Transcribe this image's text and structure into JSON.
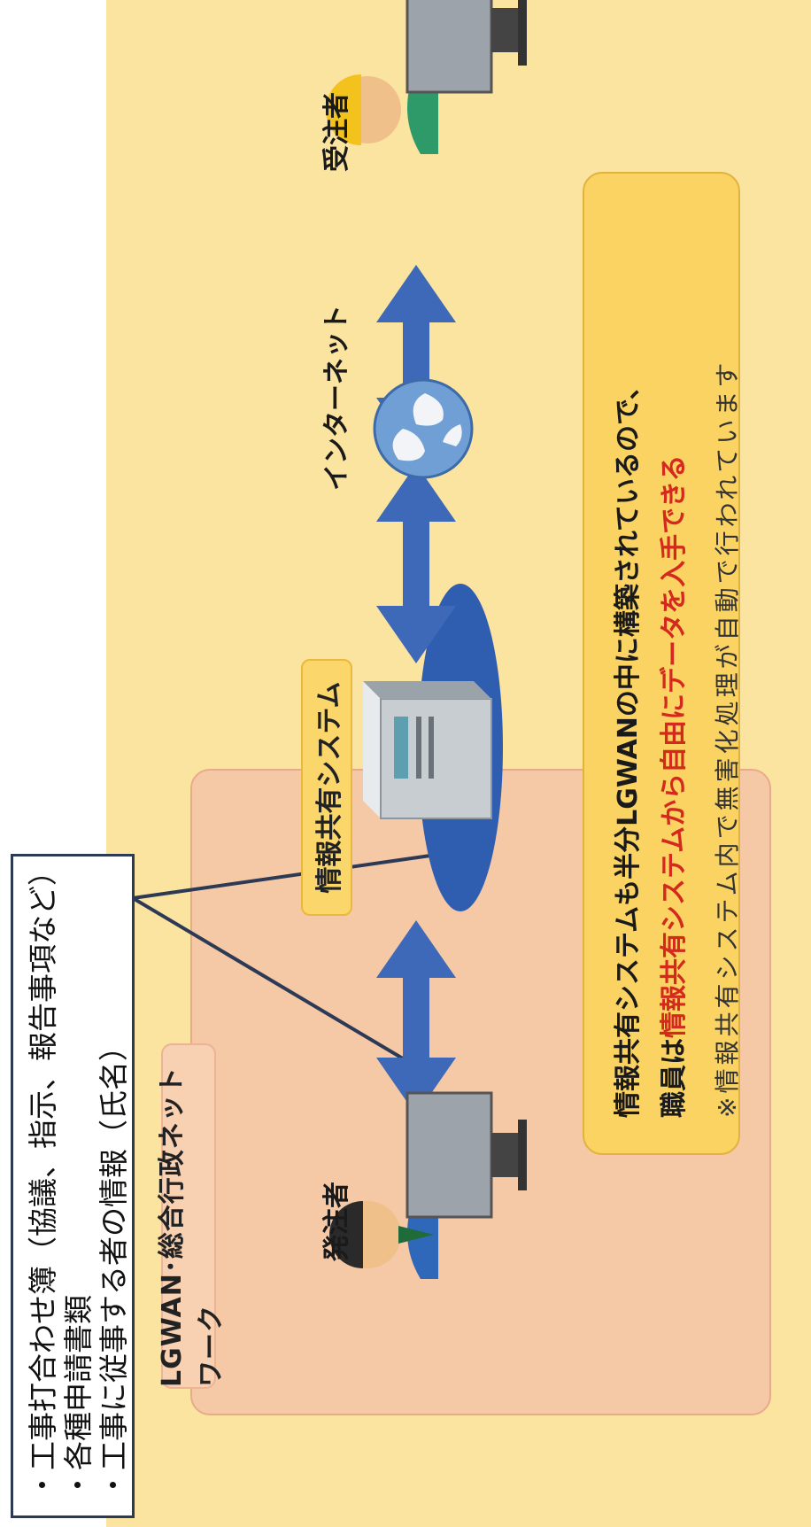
{
  "notes": [
    "・工事打合わせ簿（協議、指示、報告事項など）",
    "・各種申請書類",
    "・工事に従事する者の情報（氏名）"
  ],
  "network_label": "LGWAN･総合行政ネットワーク",
  "orderer_label": "発注者",
  "contractor_label": "受注者",
  "system_label": "情報共有システム",
  "internet_label": "インターネット",
  "info": {
    "line1": "情報共有システムも半分LGWANの中に構築されているので、",
    "line2_prefix": "職員は",
    "line2_red": "情報共有システムから自由にデータを入手できる",
    "note": "※情報共有システム内で無害化処理が自動で行われています"
  },
  "colors": {
    "background": "#fbe3a0",
    "lgwan_area": "#f5c8a6",
    "arrow": "#3e69b8",
    "highlight_red": "#d42a1e",
    "info_box": "#fbd362"
  }
}
